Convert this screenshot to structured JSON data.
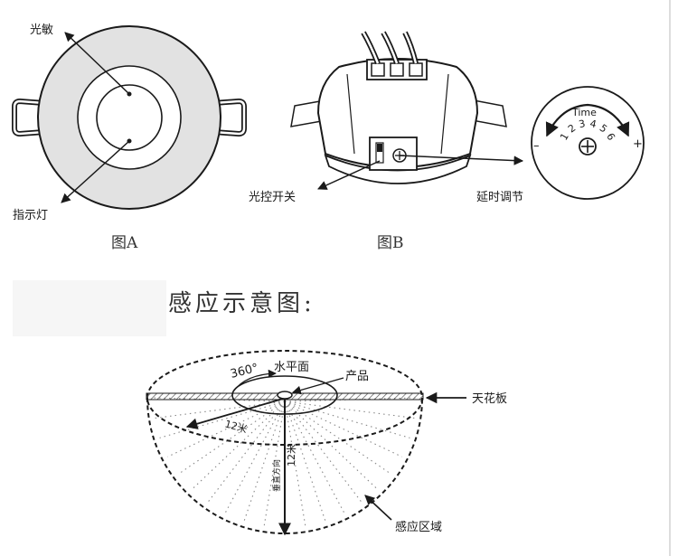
{
  "figure_a": {
    "caption": "图A",
    "label_photosensor": "光敏",
    "label_indicator": "指示灯"
  },
  "figure_b": {
    "caption": "图B",
    "label_light_switch": "光控开关",
    "label_time_adjust": "延时调节",
    "dial": {
      "title": "Time",
      "minus": "–",
      "plus": "+",
      "numbers": [
        "1",
        "2",
        "3",
        "4",
        "5",
        "6"
      ]
    }
  },
  "sensing": {
    "title": "感应示意图:",
    "angle": "360°",
    "horizontal_plane": "水平面",
    "product": "产品",
    "ceiling": "天花板",
    "radius_label": "12米",
    "vertical_label": "12米",
    "vertical_direction": "垂直方向",
    "sensing_area": "感应区域"
  },
  "colors": {
    "ring_fill": "#e2e2e2",
    "line": "#1a1a1a",
    "ceiling_hatch": "#555555"
  }
}
